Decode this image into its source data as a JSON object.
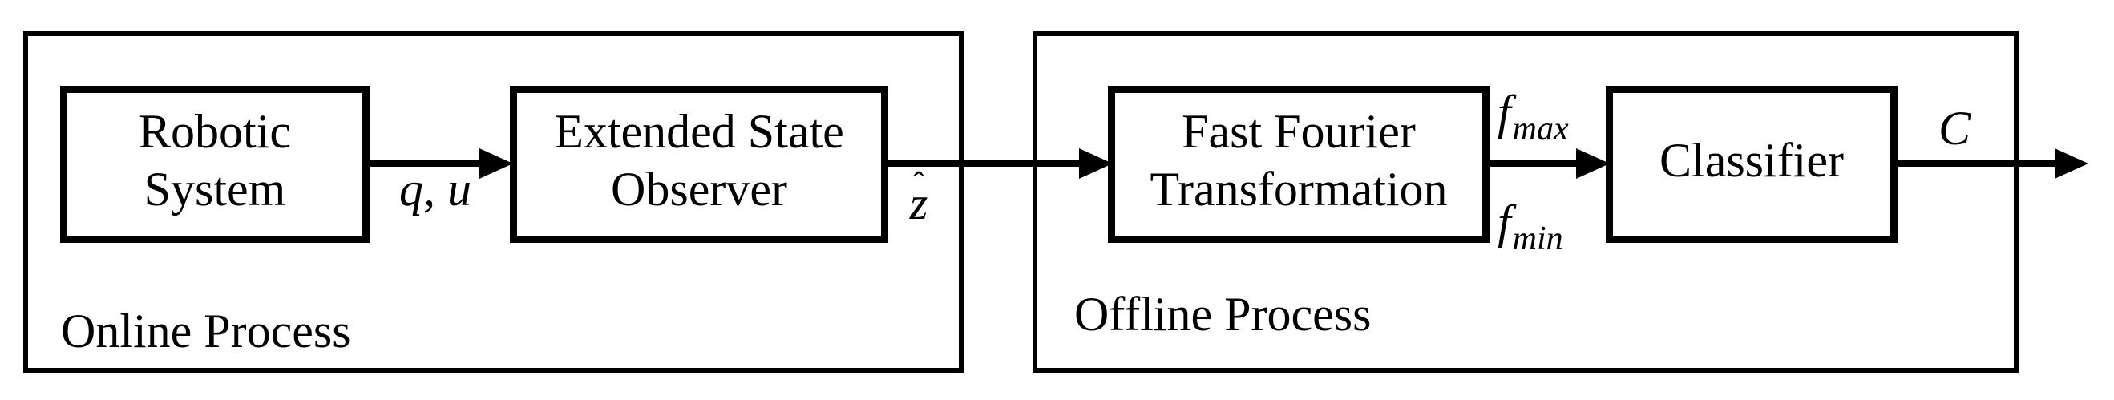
{
  "colors": {
    "ink": "#000000",
    "background": "#ffffff"
  },
  "online_process": {
    "label": "Online Process",
    "blocks": {
      "robotic_system": {
        "line1": "Robotic",
        "line2": "System"
      },
      "extended_state_observer": {
        "line1": "Extended State",
        "line2": "Observer"
      }
    }
  },
  "offline_process": {
    "label": "Offline Process",
    "blocks": {
      "fast_fourier_transformation": {
        "line1": "Fast Fourier",
        "line2": "Transformation"
      },
      "classifier": {
        "label": "Classifier"
      }
    }
  },
  "signals": {
    "q_u": "q, u",
    "z_hat": {
      "base": "z",
      "hat": "ˆ"
    },
    "f_max": {
      "base": "f",
      "sub": "max"
    },
    "f_min": {
      "base": "f",
      "sub": "min"
    },
    "c": "C"
  }
}
